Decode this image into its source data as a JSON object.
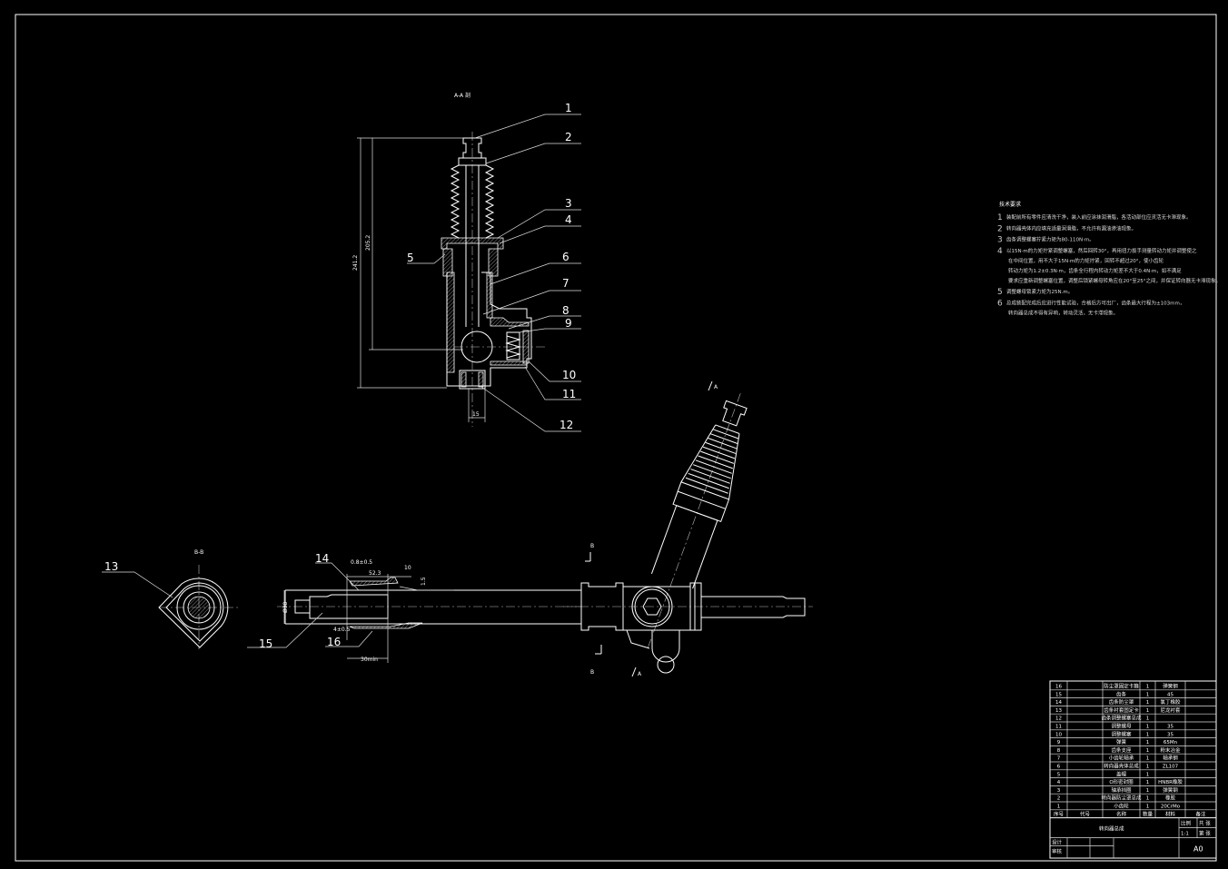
{
  "drawing": {
    "section_aa_title": "A-A 剖",
    "section_bb_title": "B-B",
    "section_marks": {
      "a_top": "A",
      "a_bottom": "A",
      "b_top": "B",
      "b_bottom": "B"
    },
    "dimensions": {
      "overall_height": "241.2",
      "center_height": "205.2",
      "plug_width": "15",
      "rack_dia": "Ø38",
      "clearance": "0.8±0.5",
      "boot_length": "52.3",
      "gap": "10",
      "step": "1.5",
      "offset": "4±0.5",
      "min_length": "30min"
    },
    "balloons": [
      "1",
      "2",
      "3",
      "4",
      "5",
      "6",
      "7",
      "8",
      "9",
      "10",
      "11",
      "12",
      "13",
      "14",
      "15",
      "16"
    ]
  },
  "notes": {
    "title": "技术要求",
    "items": [
      {
        "n": "1",
        "lines": [
          "装配前所有零件应清洗干净，装入前应涂抹润滑脂，各活动部位应灵活无卡滞现象。"
        ]
      },
      {
        "n": "2",
        "lines": [
          "转向器壳体内应填充适量润滑脂，不允许有漏油渗油现象。"
        ]
      },
      {
        "n": "3",
        "lines": [
          "齿条调整螺塞拧紧力矩为80-110N·m。"
        ]
      },
      {
        "n": "4",
        "lines": [
          "以15N·m的力矩拧紧调整螺塞，然后回转30°，再用扭力扳手测量转动力矩并调整使之",
          "在中间位置，用不大于15N·m的力矩拧紧，回转不超过20°，使小齿轮",
          "转动力矩为1.2±0.3N·m，齿条全行程内转动力矩差不大于0.4N·m，如不满足",
          "要求应重新调整螺塞位置，调整后锁紧螺母转角应在20°至25°之间，并保证转向器无卡滞现象。"
        ]
      },
      {
        "n": "5",
        "lines": [
          "调整螺母锁紧力矩为25N.m。"
        ]
      },
      {
        "n": "6",
        "lines": [
          "总成装配完成后应进行性能试验，合格后方可出厂，齿条最大行程为±103mm，",
          "转向器总成不得有异响，转动灵活，无卡滞现象。"
        ]
      }
    ]
  },
  "parts_list": {
    "rows": [
      {
        "no": "16",
        "code": "",
        "name": "防尘罩固定卡箍",
        "qty": "1",
        "material": "弹簧钢",
        "remark": ""
      },
      {
        "no": "15",
        "code": "",
        "name": "齿条",
        "qty": "1",
        "material": "45",
        "remark": ""
      },
      {
        "no": "14",
        "code": "",
        "name": "齿条防尘罩",
        "qty": "1",
        "material": "氯丁橡胶",
        "remark": ""
      },
      {
        "no": "13",
        "code": "",
        "name": "齿条衬套固定卡",
        "qty": "1",
        "material": "尼龙衬套",
        "remark": ""
      },
      {
        "no": "12",
        "code": "",
        "name": "齿条调整螺塞总成",
        "qty": "1",
        "material": "",
        "remark": ""
      },
      {
        "no": "11",
        "code": "",
        "name": "调整螺母",
        "qty": "1",
        "material": "35",
        "remark": ""
      },
      {
        "no": "10",
        "code": "",
        "name": "调整螺塞",
        "qty": "1",
        "material": "35",
        "remark": ""
      },
      {
        "no": "9",
        "code": "",
        "name": "弹簧",
        "qty": "1",
        "material": "65Mn",
        "remark": ""
      },
      {
        "no": "8",
        "code": "",
        "name": "齿条支座",
        "qty": "1",
        "material": "粉末冶金",
        "remark": ""
      },
      {
        "no": "7",
        "code": "",
        "name": "小齿轮轴承",
        "qty": "1",
        "material": "轴承钢",
        "remark": ""
      },
      {
        "no": "6",
        "code": "",
        "name": "转向器壳体总成",
        "qty": "1",
        "material": "ZL107",
        "remark": ""
      },
      {
        "no": "5",
        "code": "",
        "name": "盖帽",
        "qty": "1",
        "material": "",
        "remark": ""
      },
      {
        "no": "4",
        "code": "",
        "name": "O形密封圈",
        "qty": "1",
        "material": "HNBR橡胶",
        "remark": ""
      },
      {
        "no": "3",
        "code": "",
        "name": "轴承挡圈",
        "qty": "1",
        "material": "弹簧钢",
        "remark": ""
      },
      {
        "no": "2",
        "code": "",
        "name": "转向器防尘罩总成",
        "qty": "1",
        "material": "橡胶",
        "remark": ""
      },
      {
        "no": "1",
        "code": "",
        "name": "小齿轮",
        "qty": "1",
        "material": "20CrMo",
        "remark": ""
      }
    ],
    "headers": {
      "no": "序号",
      "code": "代号",
      "name": "名称",
      "qty": "数量",
      "material": "材料",
      "remark": "备注"
    }
  },
  "title_block": {
    "title": "转向器总成",
    "scale_label": "比例",
    "scale": "1:1",
    "sheets_total": "共 张",
    "sheet_no": "第 张",
    "designed_label": "设计",
    "checked_label": "审核",
    "paper_size": "A0"
  }
}
